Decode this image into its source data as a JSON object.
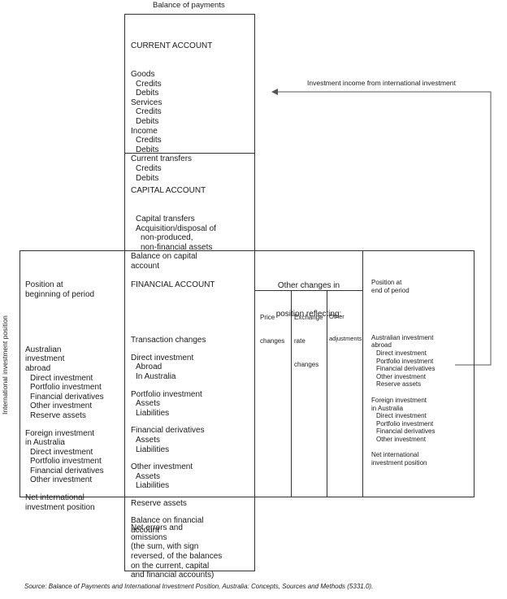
{
  "title": "Balance of payments",
  "side_label": "International investment position",
  "arrow_label": "Investment income from international investment",
  "current_account": {
    "heading": "CURRENT ACCOUNT",
    "items": [
      {
        "level": 0,
        "text": "Goods"
      },
      {
        "level": 1,
        "text": "Credits"
      },
      {
        "level": 1,
        "text": "Debits"
      },
      {
        "level": 0,
        "text": "Services"
      },
      {
        "level": 1,
        "text": "Credits"
      },
      {
        "level": 1,
        "text": "Debits"
      },
      {
        "level": 0,
        "text": "Income"
      },
      {
        "level": 1,
        "text": "Credits"
      },
      {
        "level": 1,
        "text": "Debits"
      },
      {
        "level": 0,
        "text": "Current transfers"
      },
      {
        "level": 1,
        "text": "Credits"
      },
      {
        "level": 1,
        "text": "Debits"
      }
    ]
  },
  "capital_account": {
    "heading": "CAPITAL ACCOUNT",
    "items": [
      {
        "level": 1,
        "text": "Capital transfers"
      },
      {
        "level": 1,
        "text": "Acquisition/disposal of"
      },
      {
        "level": 2,
        "text": "non-produced,"
      },
      {
        "level": 2,
        "text": "non-financial assets"
      },
      {
        "level": 0,
        "text": "Balance on capital"
      },
      {
        "level": 0,
        "text": "account"
      }
    ]
  },
  "position_begin": {
    "heading_lines": [
      "Position at",
      "beginning of period"
    ],
    "groups": [
      {
        "lines": [
          {
            "level": 0,
            "text": "Australian"
          },
          {
            "level": 0,
            "text": "investment"
          },
          {
            "level": 0,
            "text": "abroad"
          },
          {
            "level": 1,
            "text": "Direct investment"
          },
          {
            "level": 1,
            "text": "Portfolio investment"
          },
          {
            "level": 1,
            "text": "Financial derivatives"
          },
          {
            "level": 1,
            "text": "Other investment"
          },
          {
            "level": 1,
            "text": "Reserve assets"
          }
        ]
      },
      {
        "lines": [
          {
            "level": 0,
            "text": "Foreign investment"
          },
          {
            "level": 0,
            "text": "in Australia"
          },
          {
            "level": 1,
            "text": "Direct investment"
          },
          {
            "level": 1,
            "text": "Portfolio investment"
          },
          {
            "level": 1,
            "text": "Financial derivatives"
          },
          {
            "level": 1,
            "text": "Other investment"
          }
        ]
      },
      {
        "lines": [
          {
            "level": 0,
            "text": "Net international"
          },
          {
            "level": 0,
            "text": "investment position"
          }
        ]
      }
    ]
  },
  "financial_account": {
    "heading": "FINANCIAL ACCOUNT",
    "groups": [
      {
        "lines": [
          {
            "level": 0,
            "text": "Transaction changes"
          }
        ]
      },
      {
        "lines": [
          {
            "level": 0,
            "text": "Direct investment"
          },
          {
            "level": 1,
            "text": "Abroad"
          },
          {
            "level": 1,
            "text": "In Australia"
          }
        ]
      },
      {
        "lines": [
          {
            "level": 0,
            "text": "Portfolio investment"
          },
          {
            "level": 1,
            "text": "Assets"
          },
          {
            "level": 1,
            "text": "Liabilities"
          }
        ]
      },
      {
        "lines": [
          {
            "level": 0,
            "text": "Financial derivatives"
          },
          {
            "level": 1,
            "text": "Assets"
          },
          {
            "level": 1,
            "text": "Liabilities"
          }
        ]
      },
      {
        "lines": [
          {
            "level": 0,
            "text": "Other investment"
          },
          {
            "level": 1,
            "text": "Assets"
          },
          {
            "level": 1,
            "text": "Liabilities"
          }
        ]
      },
      {
        "lines": [
          {
            "level": 0,
            "text": "Reserve assets"
          }
        ]
      },
      {
        "lines": [
          {
            "level": 0,
            "text": "Balance on financial"
          },
          {
            "level": 0,
            "text": "account"
          }
        ]
      }
    ]
  },
  "other_changes": {
    "heading_lines": [
      "Other changes in",
      "position reflecting:"
    ],
    "columns": [
      {
        "lines": [
          "Price",
          "changes"
        ]
      },
      {
        "lines": [
          "Exchange",
          "rate",
          "changes"
        ]
      },
      {
        "lines": [
          "Other",
          "adjustments"
        ]
      }
    ]
  },
  "position_end": {
    "heading_lines": [
      "Position at",
      "end of period"
    ],
    "groups": [
      {
        "lines": [
          {
            "level": 0,
            "text": "Australian investment"
          },
          {
            "level": 0,
            "text": "abroad"
          },
          {
            "level": 1,
            "text": "Direct investment"
          },
          {
            "level": 1,
            "text": "Portfolio investment"
          },
          {
            "level": 1,
            "text": "Financial derivatives"
          },
          {
            "level": 1,
            "text": "Other investment"
          },
          {
            "level": 1,
            "text": "Reserve assets"
          }
        ]
      },
      {
        "lines": [
          {
            "level": 0,
            "text": "Foreign investment"
          },
          {
            "level": 0,
            "text": "in Australia"
          },
          {
            "level": 1,
            "text": "Direct investment"
          },
          {
            "level": 1,
            "text": "Portfolio investment"
          },
          {
            "level": 1,
            "text": "Financial derivatives"
          },
          {
            "level": 1,
            "text": "Other investment"
          }
        ]
      },
      {
        "lines": [
          {
            "level": 0,
            "text": "Net international"
          },
          {
            "level": 0,
            "text": "investment position"
          }
        ]
      }
    ]
  },
  "net_errors": {
    "lines": [
      "Net errors and",
      "omissions",
      "(the sum, with sign",
      "reversed, of the balances",
      "on the current, capital",
      "and financial accounts)"
    ]
  },
  "source": "Source: Balance of Payments and International Investment Position, Australia: Concepts, Sources and Methods (5331.0)."
}
